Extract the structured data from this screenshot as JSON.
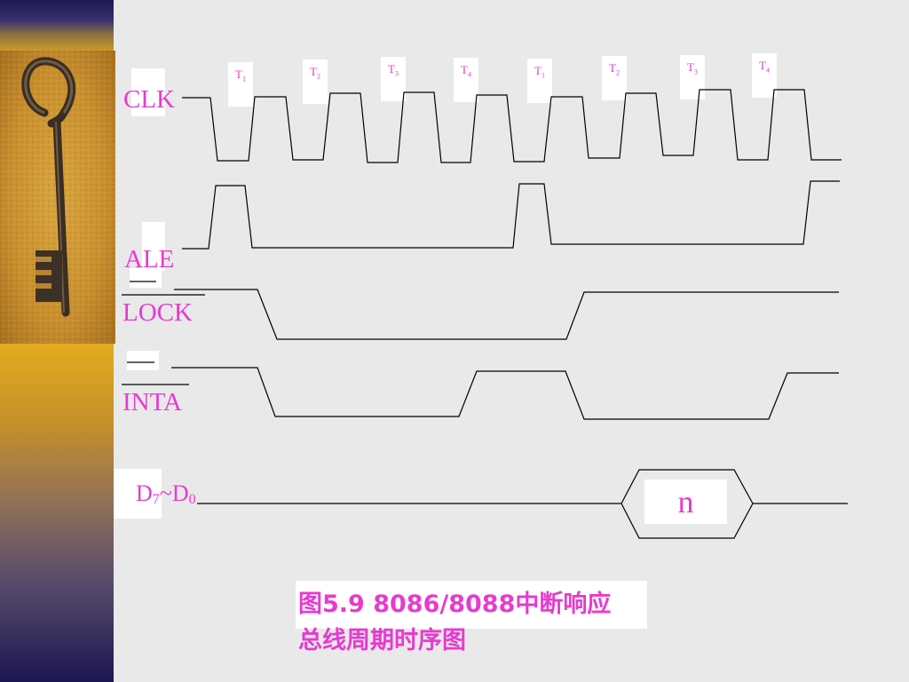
{
  "signals": {
    "clk": "CLK",
    "ale": "ALE",
    "lock": "LOCK",
    "inta": "INTA",
    "data_prefix": "D",
    "data_hi_sub": "7",
    "data_sep": "~",
    "data_lo_sub": "0"
  },
  "t_states": [
    {
      "letter": "T",
      "sub": "1"
    },
    {
      "letter": "T",
      "sub": "2"
    },
    {
      "letter": "T",
      "sub": "3"
    },
    {
      "letter": "T",
      "sub": "4"
    },
    {
      "letter": "T",
      "sub": "1"
    },
    {
      "letter": "T",
      "sub": "2"
    },
    {
      "letter": "T",
      "sub": "3"
    },
    {
      "letter": "T",
      "sub": "4"
    }
  ],
  "data_value": "n",
  "caption": {
    "line1": "图5.9 8086/8088中断响应",
    "line2": "总线周期时序图"
  },
  "colors": {
    "label": "#e83ad0",
    "waveform": "#000000",
    "background": "#e9e9e9"
  },
  "decor": {
    "photo": "old-key-on-sand-icon"
  }
}
